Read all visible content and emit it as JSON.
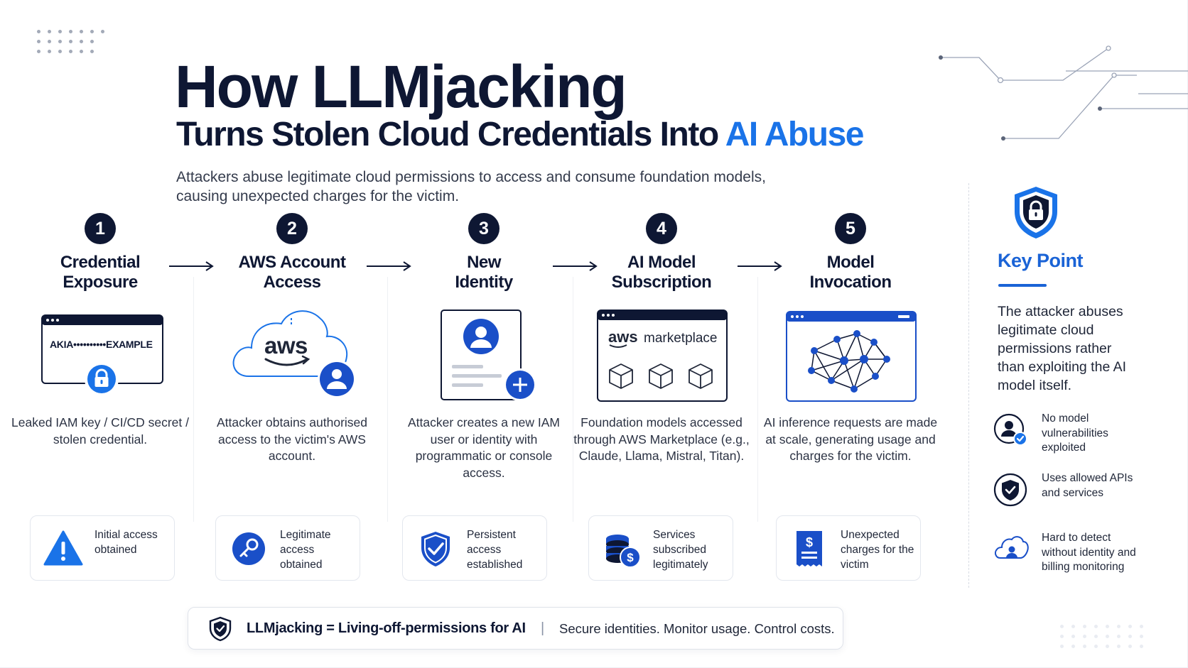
{
  "header": {
    "title": "How LLMjacking",
    "subtitle_prefix": "Turns Stolen Cloud Credentials Into",
    "subtitle_accent": "AI Abuse",
    "intro": "Attackers abuse legitimate cloud permissions to access and consume foundation models, causing unexpected charges for the victim."
  },
  "steps": [
    {
      "number": "1",
      "title_line1": "Credential",
      "title_line2": "Exposure",
      "desc": "Leaked IAM key / CI/CD secret / stolen credential.",
      "card": "Initial access obtained",
      "card_icon": "warning-icon"
    },
    {
      "number": "2",
      "title_line1": "AWS Account",
      "title_line2": "Access",
      "desc": "Attacker obtains authorised access to the victim's AWS account.",
      "card": "Legitimate access obtained",
      "card_icon": "key-icon"
    },
    {
      "number": "3",
      "title_line1": "New",
      "title_line2": "Identity",
      "desc": "Attacker creates a new IAM user or identity with programmatic or console access.",
      "card": "Persistent access established",
      "card_icon": "shield-check-icon"
    },
    {
      "number": "4",
      "title_line1": "AI Model",
      "title_line2": "Subscription",
      "desc": "Foundation models accessed through AWS Marketplace (e.g., Claude, Llama, Mistral, Titan).",
      "card": "Services subscribed legitimately",
      "card_icon": "coins-icon"
    },
    {
      "number": "5",
      "title_line1": "Model",
      "title_line2": "Invocation",
      "desc": "AI inference requests are made at scale, generating usage and charges for the victim.",
      "card": "Unexpected charges for the victim",
      "card_icon": "invoice-icon"
    }
  ],
  "illustrations": {
    "credential_key": "AKIA••••••••••EXAMPLE",
    "aws_logo": "aws",
    "marketplace_brand": "aws",
    "marketplace_label": "marketplace"
  },
  "key_point": {
    "title": "Key Point",
    "body": "The attacker abuses legitimate cloud permissions rather than exploiting the AI model itself.",
    "items": [
      {
        "text": "No model vulnerabilities exploited",
        "icon": "user-check-icon"
      },
      {
        "text": "Uses allowed APIs and services",
        "icon": "shield-check-icon"
      },
      {
        "text": "Hard to detect without identity and billing monitoring",
        "icon": "cloud-user-icon"
      }
    ]
  },
  "footer": {
    "left": "LLMjacking = Living-off-permissions for AI",
    "separator": "|",
    "right": "Secure identities. Monitor usage. Control costs."
  },
  "colors": {
    "navy": "#0e1733",
    "accent_blue": "#1a73e8",
    "icon_blue": "#1f5fd6",
    "border": "#e3e7ee"
  }
}
